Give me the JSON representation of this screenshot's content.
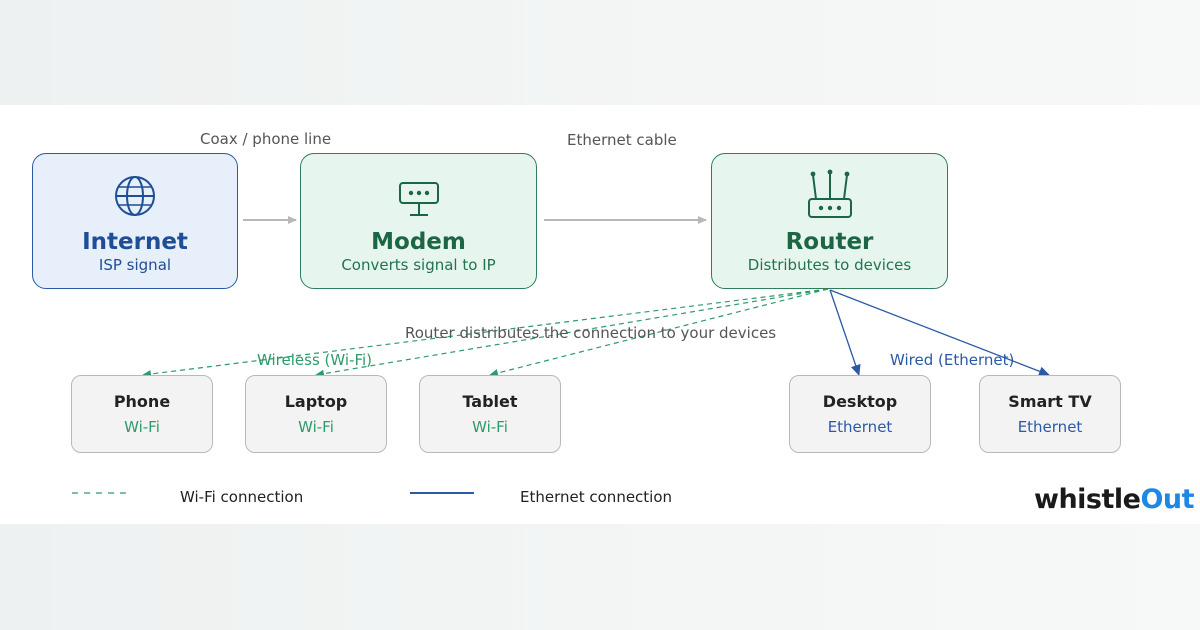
{
  "nodes": {
    "internet": {
      "title": "Internet",
      "subtitle": "ISP signal",
      "icon": "globe-icon"
    },
    "modem": {
      "title": "Modem",
      "subtitle": "Converts signal to IP",
      "icon": "modem-icon"
    },
    "router": {
      "title": "Router",
      "subtitle": "Distributes to devices",
      "icon": "router-icon"
    }
  },
  "links": {
    "internet_modem": "Coax / phone line",
    "modem_router": "Ethernet cable"
  },
  "distribution_label": "Router distributes the connection to your devices",
  "wireless_label": "Wireless (Wi-Fi)",
  "wired_label": "Wired (Ethernet)",
  "devices": [
    {
      "name": "Phone",
      "connection": "Wi-Fi",
      "type": "wifi"
    },
    {
      "name": "Laptop",
      "connection": "Wi-Fi",
      "type": "wifi"
    },
    {
      "name": "Tablet",
      "connection": "Wi-Fi",
      "type": "wifi"
    },
    {
      "name": "Desktop",
      "connection": "Ethernet",
      "type": "ethernet"
    },
    {
      "name": "Smart TV",
      "connection": "Ethernet",
      "type": "ethernet"
    }
  ],
  "legend": {
    "wifi": "Wi-Fi connection",
    "ethernet": "Ethernet connection"
  },
  "logo": {
    "part1": "whistle",
    "part2": "Out"
  },
  "colors": {
    "internet": "#2a5aa6",
    "green": "#2e7d5b",
    "wifi": "#2f9a6a",
    "ethernet": "#2a5aa6",
    "arrow": "#b8b8b8",
    "logo_accent": "#1e88e5"
  }
}
